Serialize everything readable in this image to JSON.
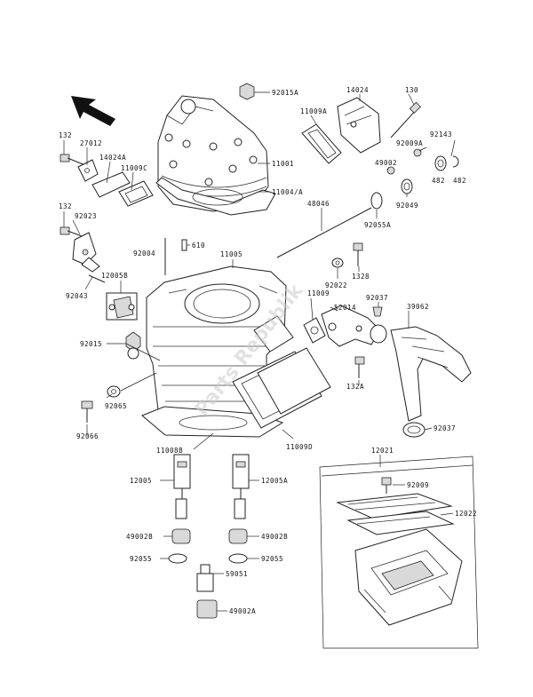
{
  "watermark": "Parts Republik",
  "parts": {
    "p1": "92015A",
    "p2": "14024",
    "p3": "130",
    "p4": "11009A",
    "p5": "132",
    "p6": "27012",
    "p7": "14024A",
    "p8": "11009C",
    "p9": "11001",
    "p10": "92009A",
    "p11": "92143",
    "p12": "49002",
    "p13": "11004/A",
    "p14": "482",
    "p15": "482",
    "p16": "92049",
    "p17": "132",
    "p18": "92023",
    "p19": "48046",
    "p20": "92055A",
    "p21": "92004",
    "p22": "610",
    "p23": "11005",
    "p24": "1328",
    "p25": "12005B",
    "p26": "92022",
    "p27": "92043",
    "p28": "11009",
    "p29": "92037",
    "p30": "52014",
    "p31": "39062",
    "p32": "92015",
    "p33": "132A",
    "p34": "92065",
    "p35": "92066",
    "p36": "92037",
    "p37": "11008B",
    "p38": "11009D",
    "p39": "12021",
    "p40": "12005",
    "p41": "12005A",
    "p42": "92009",
    "p43": "12022",
    "p44": "49002B",
    "p45": "49002B",
    "p46": "92055",
    "p47": "92055",
    "p48": "59051",
    "p49": "49002A"
  }
}
